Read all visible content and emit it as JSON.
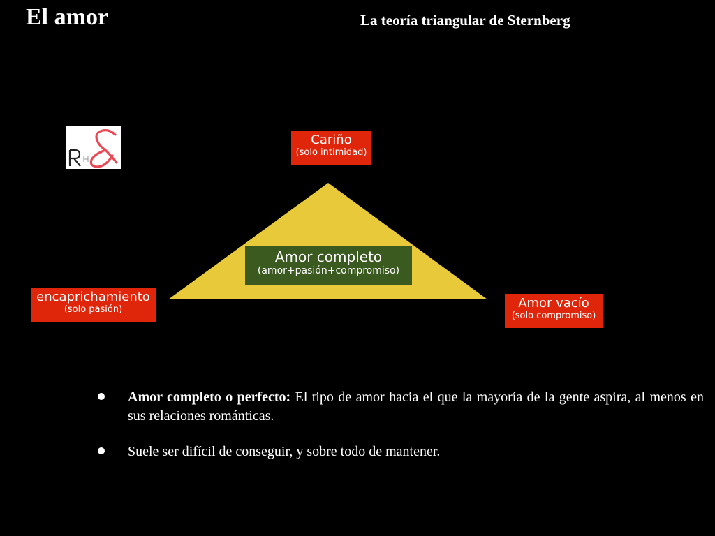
{
  "header": {
    "title": "El amor",
    "subtitle": "La teoría triangular de Sternberg"
  },
  "logo": {
    "text": "R&H"
  },
  "diagram": {
    "top": {
      "label": "Cariño",
      "sub": "(solo intimidad)"
    },
    "left": {
      "label": "encaprichamiento",
      "sub": "(solo pasión)"
    },
    "right": {
      "label": "Amor vacío",
      "sub": "(solo compromiso)"
    },
    "center": {
      "label": "Amor completo",
      "sub": "(amor+pasión+compromiso)"
    },
    "colors": {
      "triangle": "#e8c93a",
      "vertex": "#e0260a",
      "center": "#3a5a1f"
    }
  },
  "bullets": [
    {
      "bold": "Amor completo o perfecto:",
      "text": " El tipo de amor hacia el que la mayoría de la gente aspira, al menos en sus relaciones románticas."
    },
    {
      "bold": "",
      "text": "Suele ser difícil de conseguir,  y sobre todo de mantener."
    }
  ]
}
